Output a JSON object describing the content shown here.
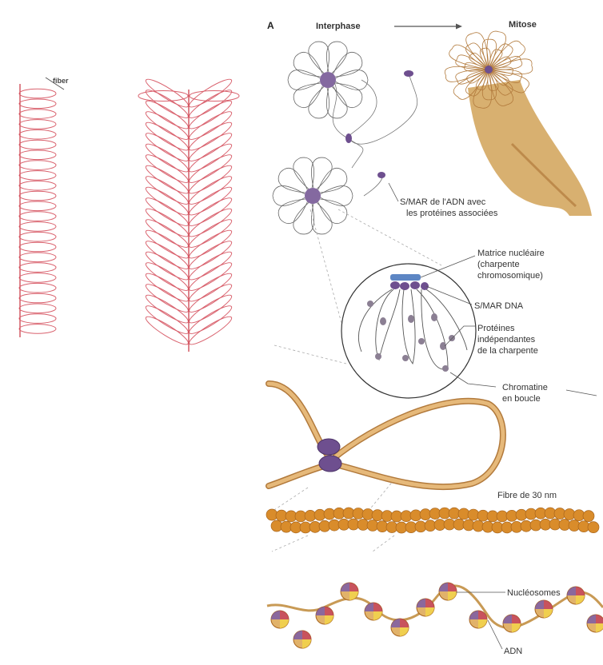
{
  "left_panel": {
    "fiber_label": "fiber",
    "colors": {
      "loop_stroke": "#d9616d",
      "axis_stroke": "#c8323f"
    }
  },
  "right_panel": {
    "panel_letter": "A",
    "stage_interphase": "Interphase",
    "stage_mitosis": "Mitose",
    "labels": {
      "smar_protein_line1": "S/MAR de l'ADN avec",
      "smar_protein_line2": "les protéines associées",
      "matrix_line1": "Matrice nucléaire",
      "matrix_line2": "(charpente",
      "matrix_line3": "chromosomique)",
      "smar_dna": "S/MAR DNA",
      "independent_line1": "Protéines",
      "independent_line2": "indépendantes",
      "independent_line3": "de la charpente",
      "loop_line1": "Chromatine",
      "loop_line2": "en boucle",
      "fiber_30nm": "Fibre de 30 nm",
      "nucleosomes": "Nucléosomes",
      "dna": "ADN"
    },
    "colors": {
      "chromatin": "#d9a463",
      "chromatin_dark": "#b27a3c",
      "protein_purple": "#6e4f8f",
      "protein_grey": "#8b7f93",
      "matrix_blue": "#5d86c4",
      "bead": "#d98c2b",
      "leader": "#555555",
      "label_text": "#333333"
    }
  }
}
